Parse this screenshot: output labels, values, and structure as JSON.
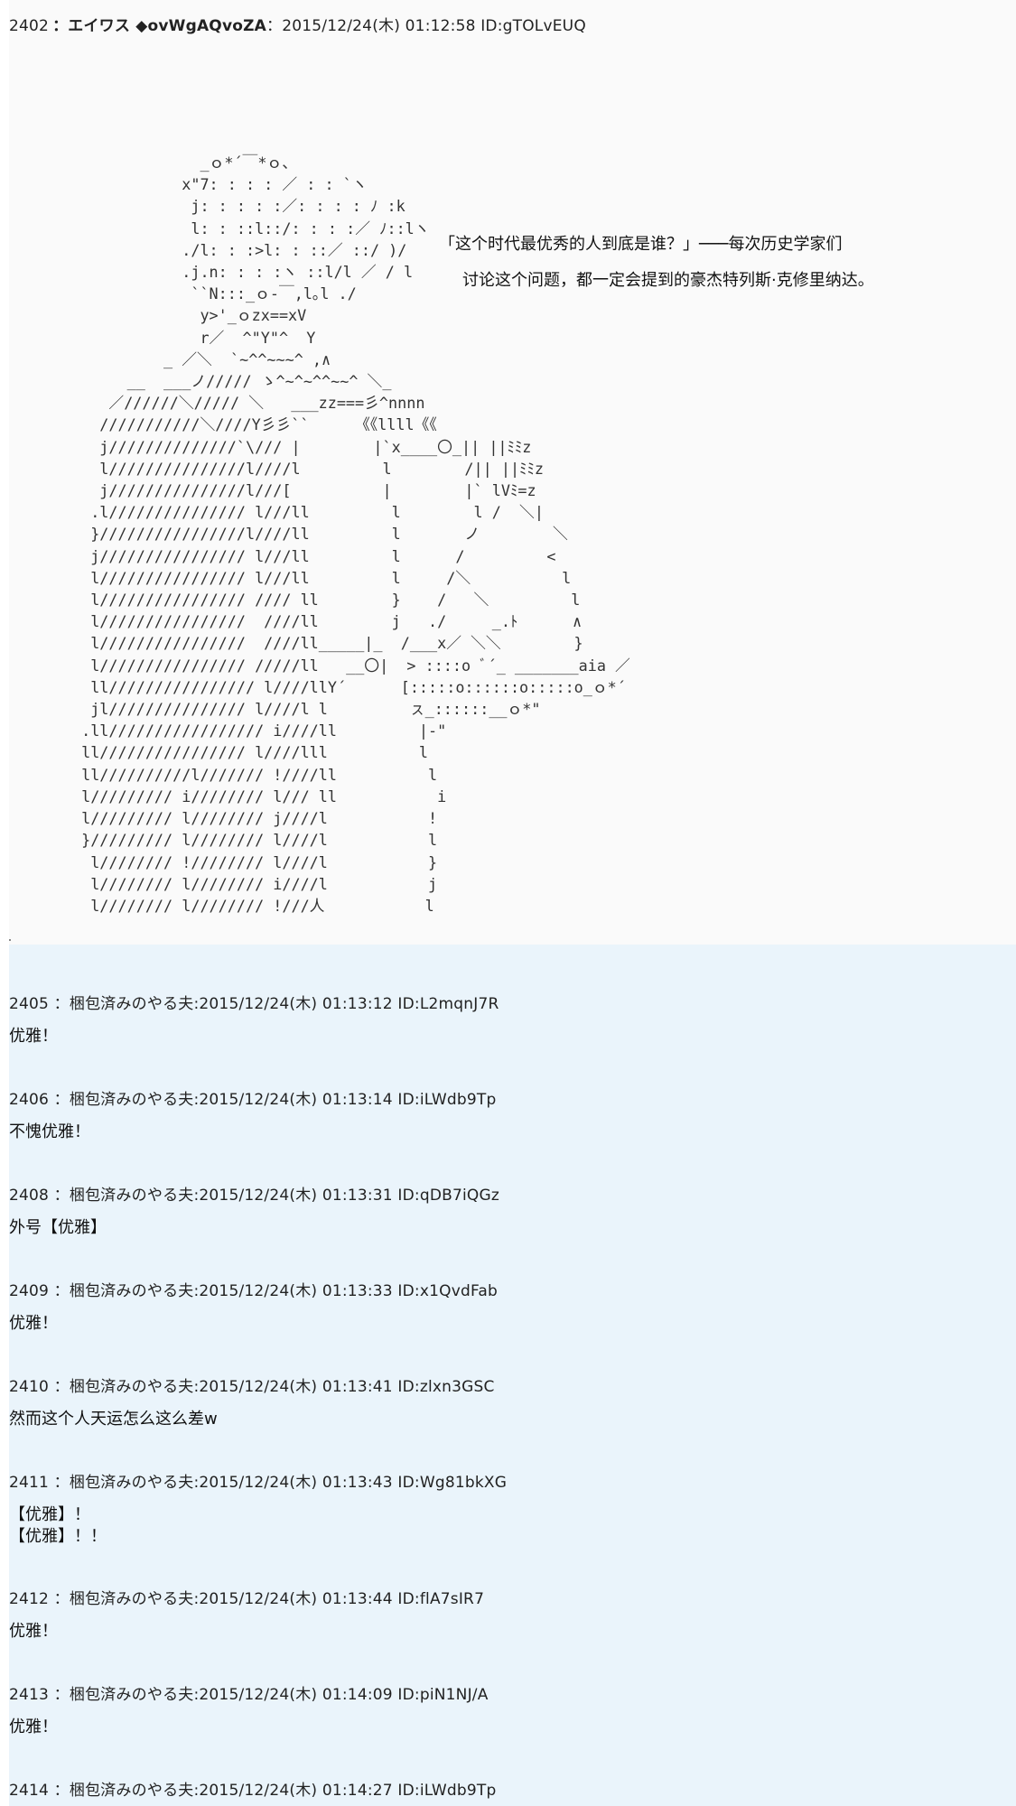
{
  "main_post": {
    "number": "2402",
    "sep": "：",
    "name": "エイワス ◆ovWgAQvoZA",
    "date_label": "：2015/12/24(木) 01:12:58 ID:gTOLvEUQ",
    "ascii_art": "              _ｏ*´￣*ｏ、\n            x\"7: : : : ／ : : `ヽ\n             j: : : : :／: : : : ﾉ :k\n             l: : ::l::/: : : :／ ﾉ::lヽ\n            ./l: : :>l: : ::／ ::/ )/\n            .j.n: : : :ヽ ::l/l ／ / l\n             ``N:::_ｏ-￣,l｡l ./\n              y>'_ｏzx==xV\n              r／  ^\"Y\"^  Y\n          _ ／＼  `~^^~~~^ ,∧\n      __  ___ノ///// ゝ^~^~^^~~^ ＼_\n    ／//////＼///// ＼   ___zz===彡^nnnn\n   ///////////＼////Y彡彡``     《《llll《《\n   j//////////////`\\/// |        |`x____〇_|| ||ﾐﾐz\n   l///////////////l////l         l        /|| ||ﾐﾐz\n   j///////////////l///[          |        |` lVﾐ=z\n  .l/////////////// l///ll         l        l /  ＼|\n  }////////////////l////ll         l       ノ        ＼\n  j//////////////// l///ll         l      /         <\n  l//////////////// l///ll         l     /＼          l\n  l//////////////// //// ll        }    /   ＼         l\n  l////////////////  ////ll        j   ./     _.ﾄ      ∧\n  l////////////////  ////ll_____|_  /___x／ ＼＼        }\n  l//////////////// /////ll   __〇|  > ::::o ﾞ´_ _______aia ／\n  ll//////////////// l////llY´      [:::::o::::::o:::::o_ｏ*´\n  jl/////////////// l////l l         ㇲ_::::::__ｏ*\"\n .ll///////////////// i////ll         |-\"\n ll//////////////// l////lll          l\n ll//////////l/////// !////ll          l\n l///////// i//////// l/// ll           i\n l///////// l//////// j////l           !\n }///////// l//////// l////l           l\n  l//////// !//////// l////l           }\n  l//////// l//////// i////l           j\n  l//////// l//////// !///人           l",
    "quote_line1": "「这个时代最优秀的人到底是谁？」───每次历史学家们",
    "quote_line2": "讨论这个问题，都一定会提到的豪杰特列斯·克修里纳达。"
  },
  "replies": [
    {
      "header": "2405 ：梱包済みのやる夫:2015/12/24(木) 01:13:12 ID:L2mqnJ7R",
      "body": "优雅！"
    },
    {
      "header": "2406 ：梱包済みのやる夫:2015/12/24(木) 01:13:14 ID:iLWdb9Tp",
      "body": "不愧优雅！"
    },
    {
      "header": "2408 ：梱包済みのやる夫:2015/12/24(木) 01:13:31 ID:qDB7iQGz",
      "body": "外号【优雅】"
    },
    {
      "header": "2409 ：梱包済みのやる夫:2015/12/24(木) 01:13:33 ID:x1QvdFab",
      "body": "优雅！"
    },
    {
      "header": "2410 ：梱包済みのやる夫:2015/12/24(木) 01:13:41 ID:zlxn3GSC",
      "body": "然而这个人天运怎么这么差w"
    },
    {
      "header": "2411 ：梱包済みのやる夫:2015/12/24(木) 01:13:43 ID:Wg81bkXG",
      "body": "【优雅】！\n【优雅】！！"
    },
    {
      "header": "2412 ：梱包済みのやる夫:2015/12/24(木) 01:13:44 ID:flA7sIR7",
      "body": "优雅！"
    },
    {
      "header": "2413 ：梱包済みのやる夫:2015/12/24(木) 01:14:09 ID:piN1NJ/A",
      "body": "优雅！"
    },
    {
      "header": "2414 ：梱包済みのやる夫:2015/12/24(木) 01:14:27 ID:iLWdb9Tp",
      "body": ""
    }
  ]
}
